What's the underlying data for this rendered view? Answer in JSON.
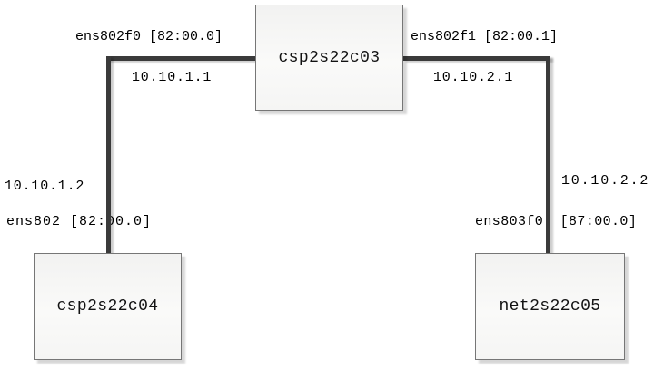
{
  "colors": {
    "background": "#ffffff",
    "connector_line": "#3a3a3a",
    "node_border": "#767676",
    "node_fill": "#f5f5f4",
    "text": "#000000"
  },
  "nodes": [
    {
      "label": "csp2s22c03"
    },
    {
      "label": "csp2s22c04"
    },
    {
      "label": "net2s22c05"
    }
  ],
  "links": [
    {
      "from": "csp2s22c03",
      "to": "csp2s22c04",
      "endpoint_a": {
        "interface": "ens802f0 [82:00.0]",
        "ip": "10.10.1.1"
      },
      "endpoint_b": {
        "ip": "10.10.1.2",
        "interface": "ens802 [82:00.0]"
      }
    },
    {
      "from": "csp2s22c03",
      "to": "net2s22c05",
      "endpoint_a": {
        "interface": "ens802f1 [82:00.1]",
        "ip": "10.10.2.1"
      },
      "endpoint_b": {
        "ip": "10.10.2.2",
        "interface": "ens803f0 [87:00.0]"
      }
    }
  ]
}
